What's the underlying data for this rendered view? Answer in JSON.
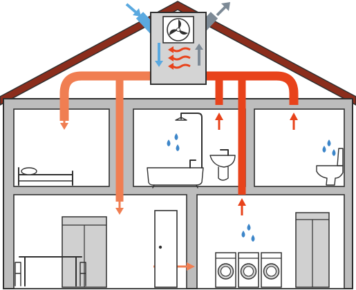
{
  "colors": {
    "roof": "#8b2d1c",
    "wall": "#bdbdbd",
    "wall_edge": "#333333",
    "room": "#ffffff",
    "fresh_air": "#f07e52",
    "exhaust_air": "#e8431b",
    "intake_air": "#5aa9e0",
    "outlet_air": "#7d8a96",
    "water_drop": "#3d86c9",
    "furniture": "#d0d0d0",
    "heat_arrows": "#e8431b"
  },
  "icons": {
    "unit": "heat-recovery-ventilation-unit-icon",
    "fan": "fan-icon",
    "heat": "heat-exchange-icon",
    "drop": "water-drop-icon",
    "bed": "bed-icon",
    "shower": "shower-icon",
    "bathtub": "bathtub-icon",
    "sink": "sink-icon",
    "toilet": "toilet-icon",
    "washer": "washing-machine-icon",
    "wardrobe": "wardrobe-icon",
    "door": "door-icon",
    "table": "table-icon"
  },
  "rooms": [
    "bedroom",
    "bathroom",
    "toilet-room",
    "living-room",
    "laundry-room"
  ]
}
